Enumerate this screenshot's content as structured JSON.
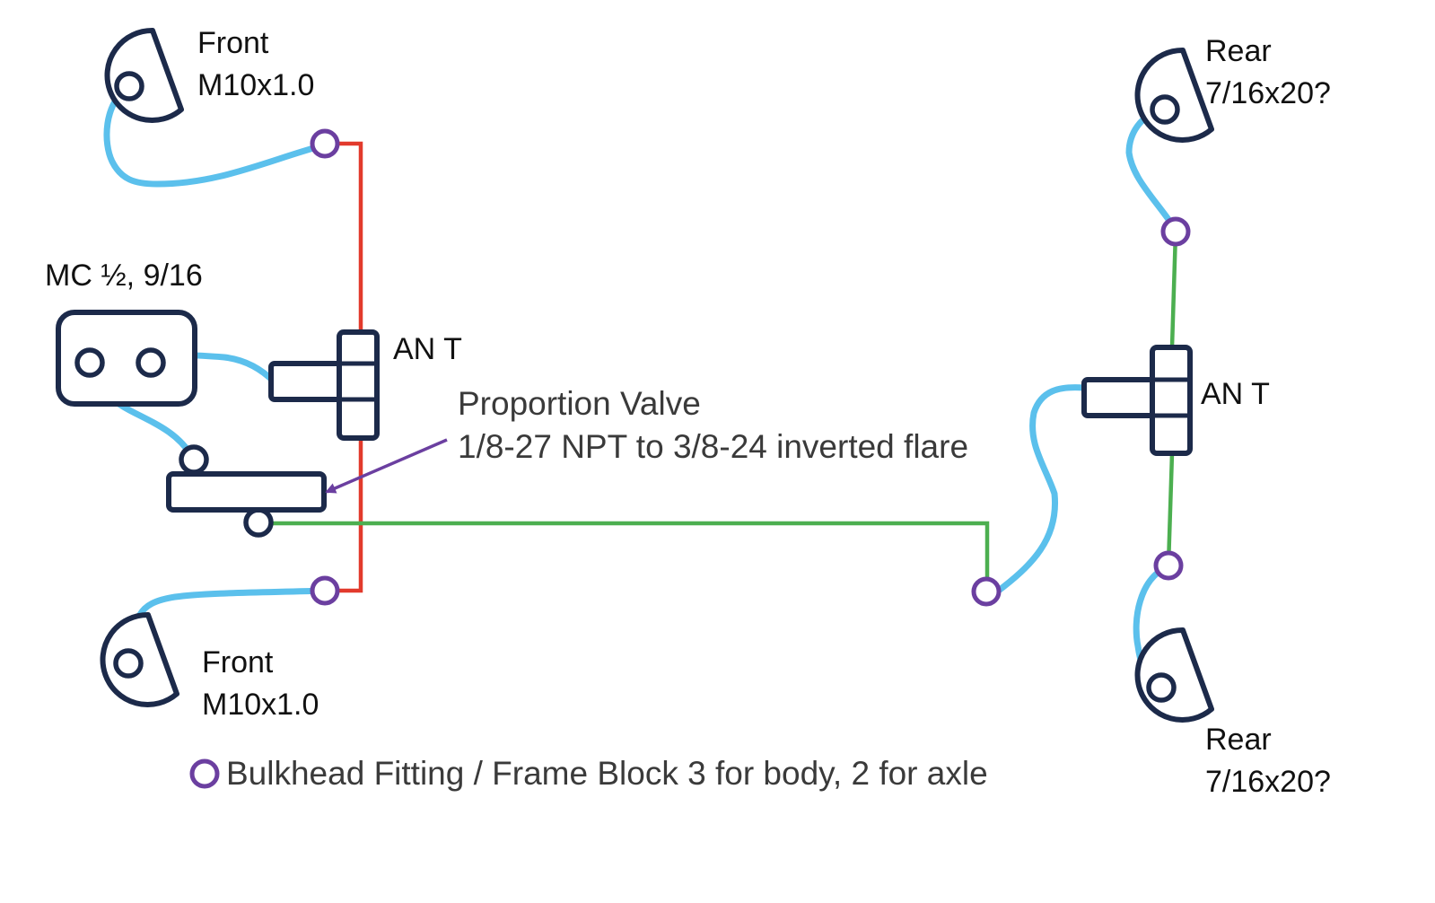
{
  "labels": {
    "front_top_1": "Front",
    "front_top_2": "M10x1.0",
    "front_bottom_1": "Front",
    "front_bottom_2": "M10x1.0",
    "rear_top_1": "Rear",
    "rear_top_2": "7/16x20?",
    "rear_bottom_1": "Rear",
    "rear_bottom_2": "7/16x20?",
    "master_cylinder": "MC ½, 9/16",
    "an_t_left": "AN T",
    "an_t_right": "AN T",
    "proportion_valve_1": "Proportion Valve",
    "proportion_valve_2": "1/8-27 NPT to 3/8-24 inverted flare",
    "legend": "Bulkhead Fitting / Frame Block 3 for body, 2 for axle"
  },
  "colors": {
    "outline": "#1c2a4a",
    "flex_hose": "#5bc0ec",
    "front_hard_line": "#e23a2c",
    "rear_hard_line": "#4caf50",
    "bulkhead_fitting": "#6b3fa0",
    "pointer_arrow": "#6b3fa0"
  }
}
